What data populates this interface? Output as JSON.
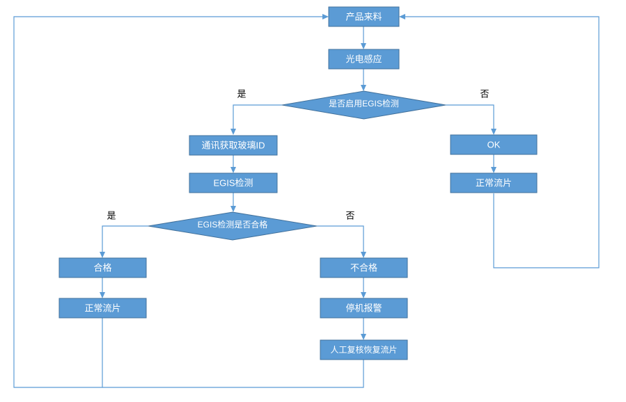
{
  "diagram": {
    "type": "flowchart",
    "title": "",
    "theme": {
      "node_fill": "#5B9BD5",
      "node_stroke": "#41719C",
      "node_text": "#FFFFFF",
      "connector": "#5B9BD5",
      "branch_label_text": "#000000",
      "background": "#FFFFFF"
    },
    "nodes": [
      {
        "id": "n1",
        "shape": "process",
        "label": "产品来料"
      },
      {
        "id": "n2",
        "shape": "process",
        "label": "光电感应"
      },
      {
        "id": "d1",
        "shape": "decision",
        "label": "是否启用EGIS检测"
      },
      {
        "id": "n3",
        "shape": "process",
        "label": "通讯获取玻璃ID"
      },
      {
        "id": "n4",
        "shape": "process",
        "label": "EGIS检测"
      },
      {
        "id": "n5",
        "shape": "process",
        "label": "OK"
      },
      {
        "id": "n6",
        "shape": "process",
        "label": "正常流片"
      },
      {
        "id": "d2",
        "shape": "decision",
        "label": "EGIS检测是否合格"
      },
      {
        "id": "n7",
        "shape": "process",
        "label": "合格"
      },
      {
        "id": "n8",
        "shape": "process",
        "label": "正常流片"
      },
      {
        "id": "n9",
        "shape": "process",
        "label": "不合格"
      },
      {
        "id": "n10",
        "shape": "process",
        "label": "停机报警"
      },
      {
        "id": "n11",
        "shape": "process",
        "label": "人工复核恢复流片"
      }
    ],
    "branch_labels": {
      "d1_yes": "是",
      "d1_no": "否",
      "d2_yes": "是",
      "d2_no": "否"
    },
    "edges": [
      {
        "from": "n1",
        "to": "n2",
        "label": ""
      },
      {
        "from": "n2",
        "to": "d1",
        "label": ""
      },
      {
        "from": "d1",
        "to": "n3",
        "label": "是"
      },
      {
        "from": "d1",
        "to": "n5",
        "label": "否"
      },
      {
        "from": "n3",
        "to": "n4",
        "label": ""
      },
      {
        "from": "n4",
        "to": "d2",
        "label": ""
      },
      {
        "from": "d2",
        "to": "n7",
        "label": "是"
      },
      {
        "from": "d2",
        "to": "n9",
        "label": "否"
      },
      {
        "from": "n7",
        "to": "n8",
        "label": ""
      },
      {
        "from": "n9",
        "to": "n10",
        "label": ""
      },
      {
        "from": "n10",
        "to": "n11",
        "label": ""
      },
      {
        "from": "n5",
        "to": "n6",
        "label": ""
      },
      {
        "from": "n6",
        "to": "n1",
        "label": ""
      },
      {
        "from": "n8",
        "to": "n1",
        "label": ""
      },
      {
        "from": "n11",
        "to": "n1",
        "label": ""
      }
    ]
  }
}
